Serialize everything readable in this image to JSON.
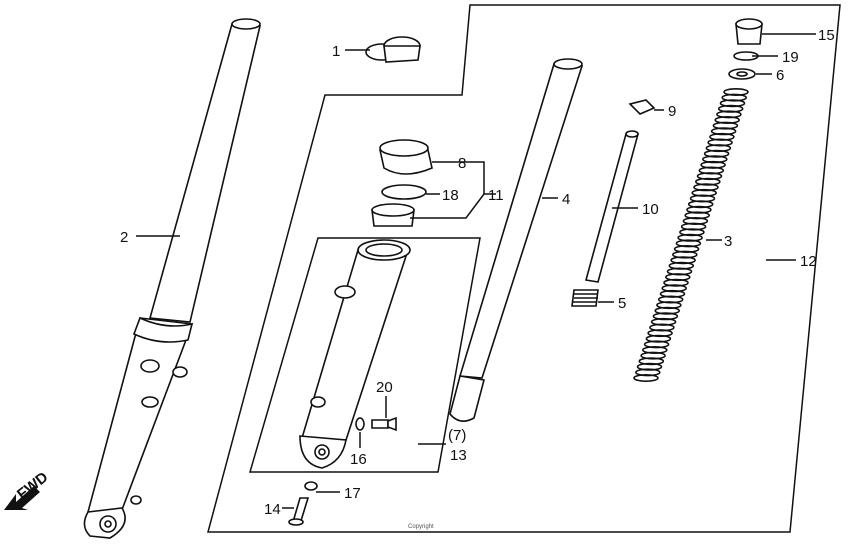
{
  "callouts": {
    "c1": "1",
    "c2": "2",
    "c3": "3",
    "c4": "4",
    "c5": "5",
    "c6": "6",
    "c7": "(7)",
    "c8": "8",
    "c9": "9",
    "c10": "10",
    "c11": "11",
    "c12": "12",
    "c13": "13",
    "c14": "14",
    "c15": "15",
    "c16": "16",
    "c17": "17",
    "c18": "18",
    "c19": "19",
    "c20": "20"
  },
  "direction_label": "FWD",
  "copyright": "Copyright"
}
